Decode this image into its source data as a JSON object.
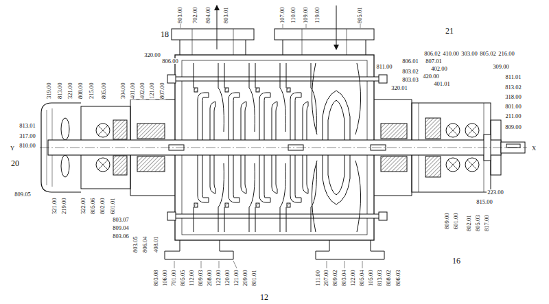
{
  "diagram": {
    "labels": [
      "803.00",
      "702.00",
      "804.00",
      "803.01",
      "107.00",
      "110.00",
      "109.00",
      "119.00",
      "805.01",
      "18",
      "21",
      "320.00",
      "806.00",
      "319.00",
      "813.00",
      "321.00",
      "808.00",
      "215.00",
      "805.00",
      "304.00",
      "401.00",
      "402.00",
      "121.00",
      "807.00",
      "813.01",
      "317.00",
      "810.00",
      "Y",
      "20",
      "809.05",
      "321.00",
      "219.00",
      "322.00",
      "805.06",
      "802.00",
      "601.01",
      "803.07",
      "809.04",
      "803.06",
      "803.05",
      "806.04",
      "408.01",
      "803.08",
      "106.00",
      "701.00",
      "805.05",
      "112.00",
      "809.03",
      "208.00",
      "122.00",
      "120.00",
      "121.00",
      "209.00",
      "801.01",
      "12",
      "111.00",
      "207.00",
      "809.02",
      "803.04",
      "122.00",
      "805.04",
      "105.00",
      "813.03",
      "808.02",
      "806.03",
      "16",
      "811.00",
      "806.01",
      "803.02",
      "803.03",
      "320.01",
      "806.02",
      "410.00",
      "303.00",
      "805.02",
      "216.00",
      "807.01",
      "402.00",
      "420.00",
      "401.01",
      "309.00",
      "811.01",
      "813.02",
      "318.00",
      "801.00",
      "211.00",
      "809.00",
      "X",
      "223.00",
      "815.00",
      "809.00",
      "601.00",
      "802.01",
      "805.03",
      "817.00"
    ]
  }
}
